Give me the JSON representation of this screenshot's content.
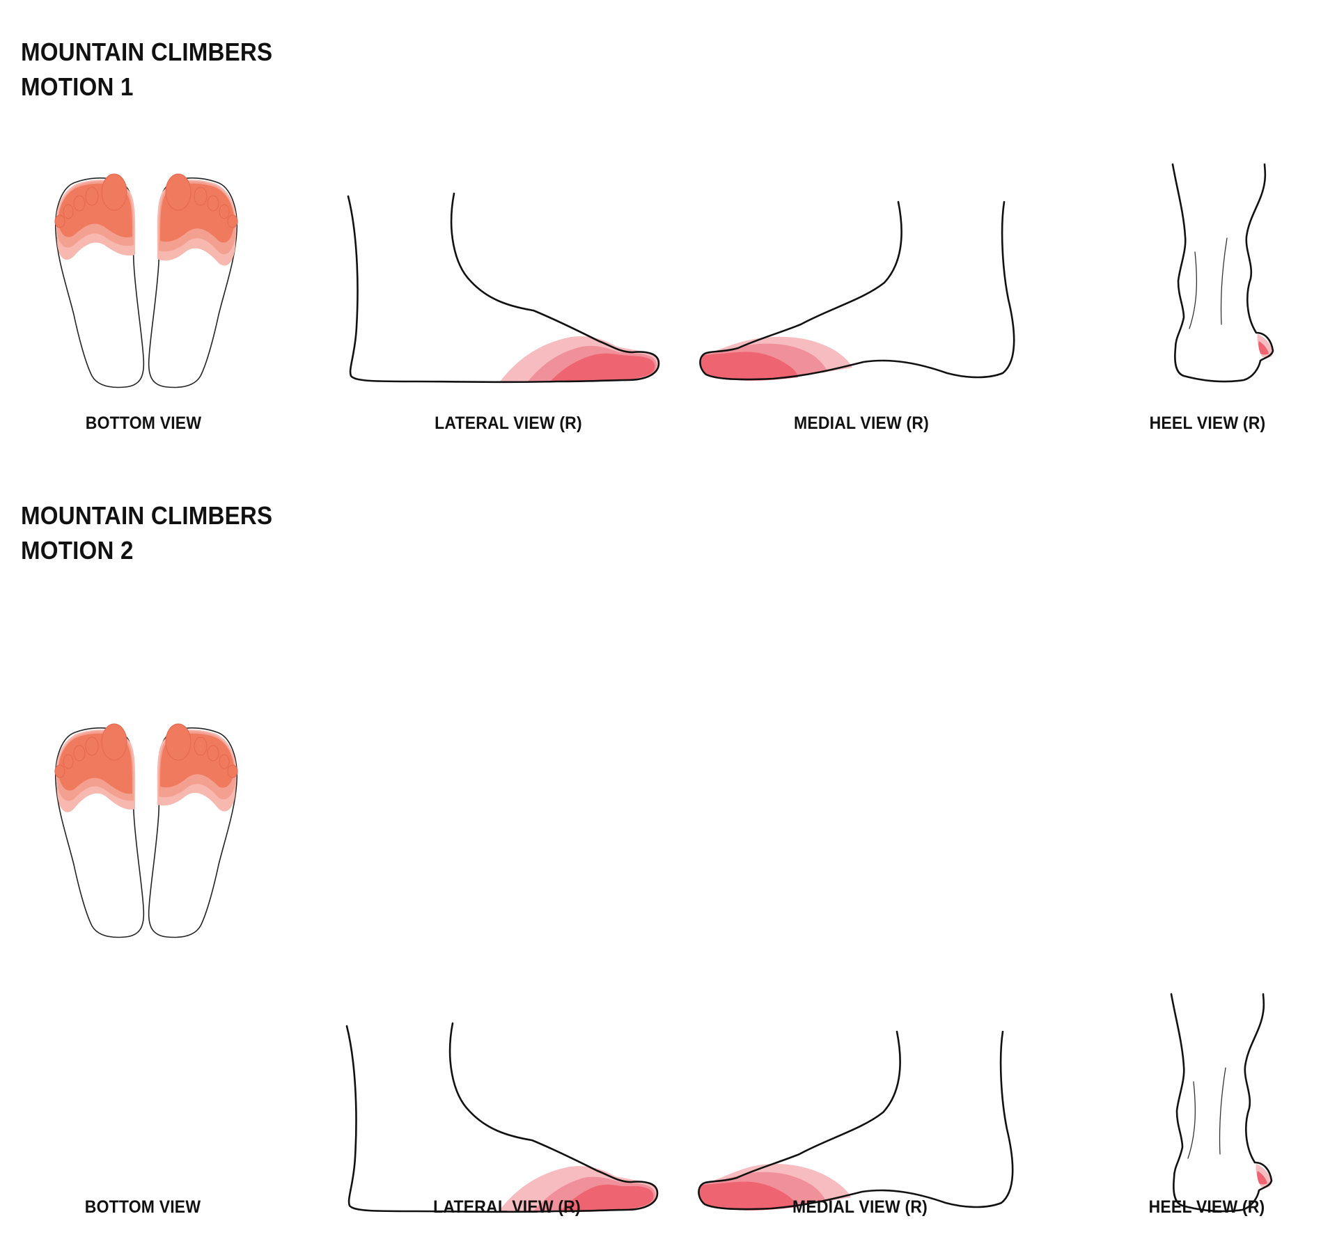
{
  "colors": {
    "heat_light": "#f7b8b0",
    "heat_mid": "#f4a090",
    "heat_strong": "#f07a5e",
    "side_light": "#f6bcc0",
    "side_mid": "#f0909a",
    "side_strong": "#ee6470",
    "outline": "#111111"
  },
  "sections": [
    {
      "title_line1": "MOUNTAIN CLIMBERS",
      "title_line2": "MOTION 1",
      "views": [
        {
          "label": "BOTTOM VIEW",
          "icon": "soles-icon"
        },
        {
          "label": "LATERAL VIEW (R)",
          "icon": "lateral-foot-icon"
        },
        {
          "label": "MEDIAL VIEW (R)",
          "icon": "medial-foot-icon"
        },
        {
          "label": "HEEL VIEW (R)",
          "icon": "heel-foot-icon"
        }
      ]
    },
    {
      "title_line1": "MOUNTAIN CLIMBERS",
      "title_line2": "MOTION 2",
      "views": [
        {
          "label": "BOTTOM VIEW",
          "icon": "soles-icon"
        },
        {
          "label": "LATERAL VIEW (R)",
          "icon": "lateral-foot-icon"
        },
        {
          "label": "MEDIAL VIEW (R)",
          "icon": "medial-foot-icon"
        },
        {
          "label": "HEEL VIEW (R)",
          "icon": "heel-foot-icon"
        }
      ]
    }
  ]
}
